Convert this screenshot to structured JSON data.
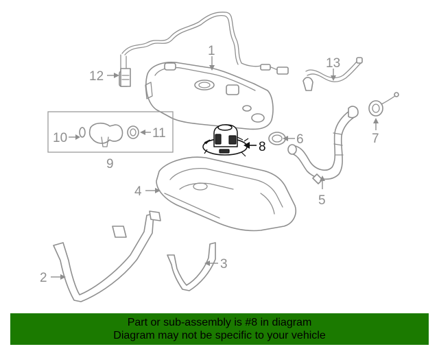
{
  "callouts": {
    "c1": "1",
    "c2": "2",
    "c3": "3",
    "c4": "4",
    "c5": "5",
    "c6": "6",
    "c7": "7",
    "c8": "8",
    "c9": "9",
    "c10": "10",
    "c11": "11",
    "c12": "12",
    "c13": "13"
  },
  "highlight_part": "8",
  "banner": {
    "line1": "Part or sub-assembly is #8 in diagram",
    "line2": "Diagram may not be specific to your vehicle",
    "background": "#1b7a00"
  },
  "colors": {
    "line_art": "#8e8e8e",
    "highlight": "#111111"
  }
}
